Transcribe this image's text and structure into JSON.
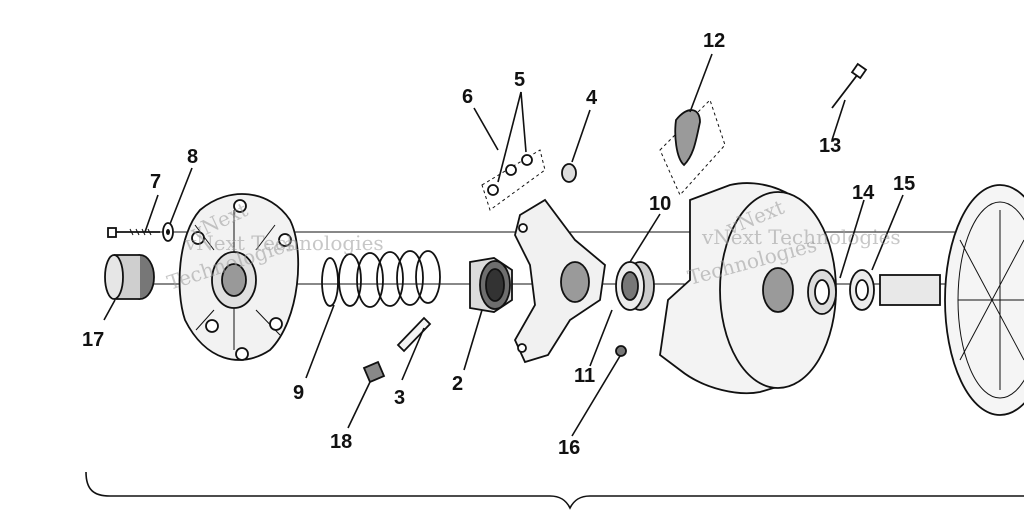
{
  "callouts": [
    {
      "id": "c2",
      "text": "2"
    },
    {
      "id": "c3",
      "text": "3"
    },
    {
      "id": "c4",
      "text": "4"
    },
    {
      "id": "c5",
      "text": "5"
    },
    {
      "id": "c6",
      "text": "6"
    },
    {
      "id": "c7",
      "text": "7"
    },
    {
      "id": "c8",
      "text": "8"
    },
    {
      "id": "c9",
      "text": "9"
    },
    {
      "id": "c10",
      "text": "10"
    },
    {
      "id": "c11",
      "text": "11"
    },
    {
      "id": "c12",
      "text": "12"
    },
    {
      "id": "c13",
      "text": "13"
    },
    {
      "id": "c14",
      "text": "14"
    },
    {
      "id": "c15",
      "text": "15"
    },
    {
      "id": "c16",
      "text": "16"
    },
    {
      "id": "c17",
      "text": "17"
    },
    {
      "id": "c18",
      "text": "18"
    }
  ],
  "watermarks": [
    "vNext",
    "Technologies",
    "vNext Technologies",
    "vNext",
    "Technologies",
    "vNext Technologies"
  ]
}
